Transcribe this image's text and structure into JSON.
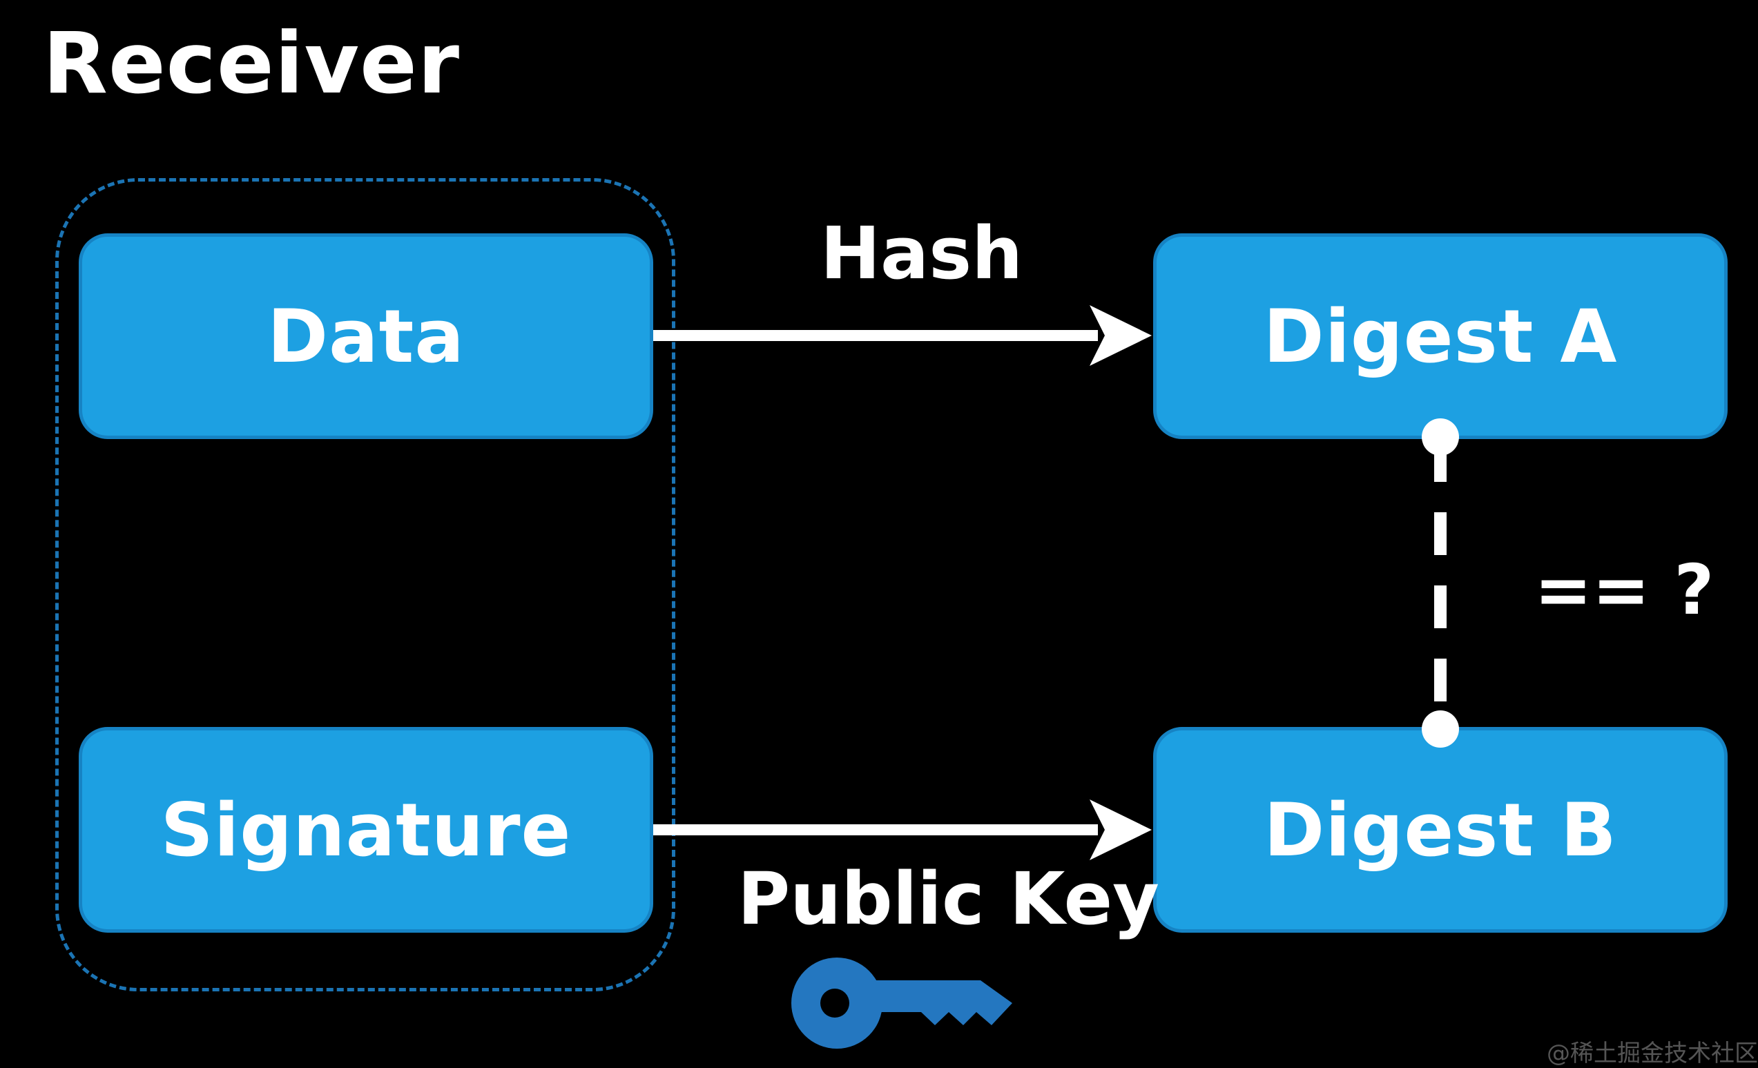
{
  "title": "Receiver",
  "boxes": {
    "data": "Data",
    "signature": "Signature",
    "digest_a": "Digest A",
    "digest_b": "Digest B"
  },
  "edges": {
    "hash": "Hash",
    "public_key": "Public Key",
    "compare": "== ?"
  },
  "icons": {
    "key": "key-icon"
  },
  "watermark": "@稀土掘金技术社区",
  "colors": {
    "background": "#000000",
    "box_fill": "#1da0e2",
    "box_border": "#1683c4",
    "group_dash": "#1b74b4",
    "key": "#2477c0",
    "text": "#ffffff"
  }
}
